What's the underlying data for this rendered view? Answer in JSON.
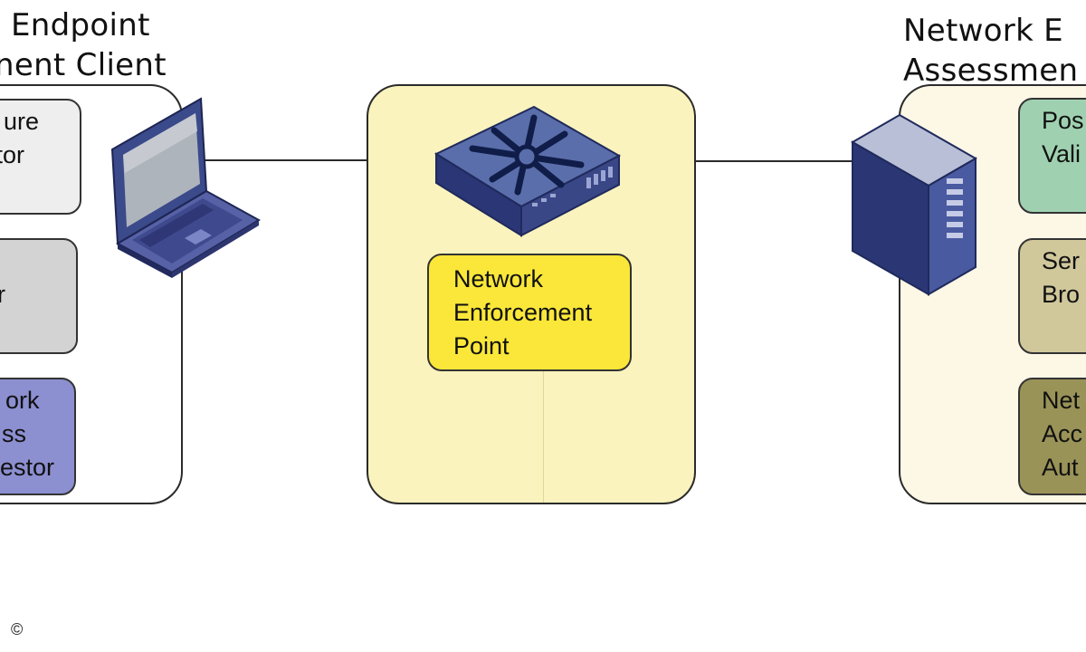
{
  "client": {
    "title_line1": "Endpoint",
    "title_line2": "nent Client",
    "components": [
      {
        "lines": [
          "ure",
          "ctor"
        ],
        "color": "#eeeeee"
      },
      {
        "lines": [
          "",
          "er"
        ],
        "color": "#d3d3d3"
      },
      {
        "lines": [
          "ork",
          "ss",
          "estor"
        ],
        "color": "#8c8fd0"
      }
    ]
  },
  "enforcement": {
    "box_lines": [
      "Network",
      "Enforcement",
      "Point"
    ],
    "panel_color": "#fbf3bd",
    "box_color": "#fae739"
  },
  "server": {
    "title_line1": "Network E",
    "title_line2": "Assessmen",
    "components": [
      {
        "lines": [
          "Pos",
          "Vali"
        ],
        "color": "#9fd1b0"
      },
      {
        "lines": [
          "Ser",
          "Bro"
        ],
        "color": "#d0c89b"
      },
      {
        "lines": [
          "Net",
          "Acc",
          "Aut"
        ],
        "color": "#9a9358"
      }
    ]
  },
  "copyright": "©"
}
